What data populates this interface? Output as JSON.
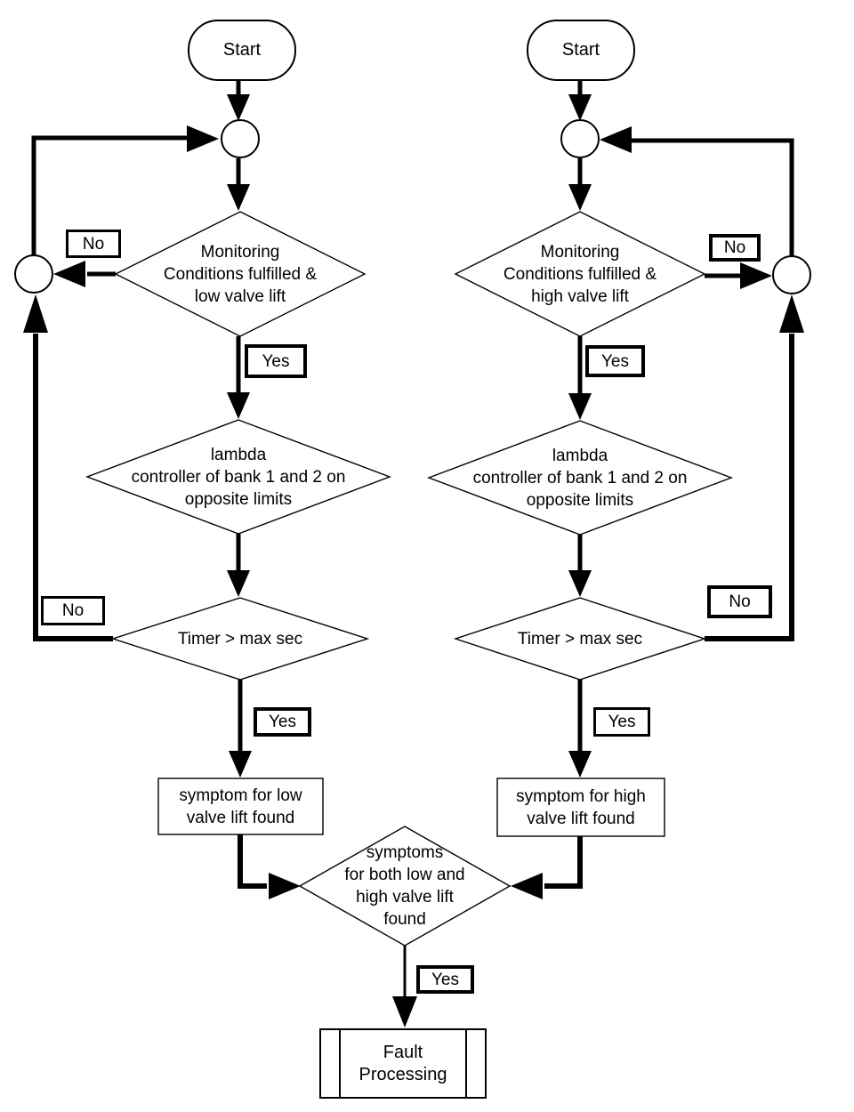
{
  "palette": {
    "background": "#ffffff",
    "ink": "#000000"
  },
  "left_branch": {
    "start_label": "Start",
    "monitoring_decision": [
      "Monitoring",
      "Conditions fulfilled &",
      "low valve lift"
    ],
    "monitoring_no_label": "No",
    "monitoring_yes_label": "Yes",
    "lambda_decision": [
      "lambda",
      "controller of bank 1 and 2 on",
      "opposite limits"
    ],
    "timer_decision": "Timer > max sec",
    "timer_no_label": "No",
    "timer_yes_label": "Yes",
    "symptom_process": [
      "symptom for low",
      "valve lift found"
    ]
  },
  "right_branch": {
    "start_label": "Start",
    "monitoring_decision": [
      "Monitoring",
      "Conditions fulfilled &",
      "high valve lift"
    ],
    "monitoring_no_label": "No",
    "monitoring_yes_label": "Yes",
    "lambda_decision": [
      "lambda",
      "controller of bank 1 and 2 on",
      "opposite limits"
    ],
    "timer_decision": "Timer > max sec",
    "timer_no_label": "No",
    "timer_yes_label": "Yes",
    "symptom_process": [
      "symptom for high",
      "valve lift found"
    ]
  },
  "merge": {
    "decision": [
      "symptoms",
      "for both low and",
      "high valve lift",
      "found"
    ],
    "yes_label": "Yes",
    "fault_process": [
      "Fault",
      "Processing"
    ]
  }
}
